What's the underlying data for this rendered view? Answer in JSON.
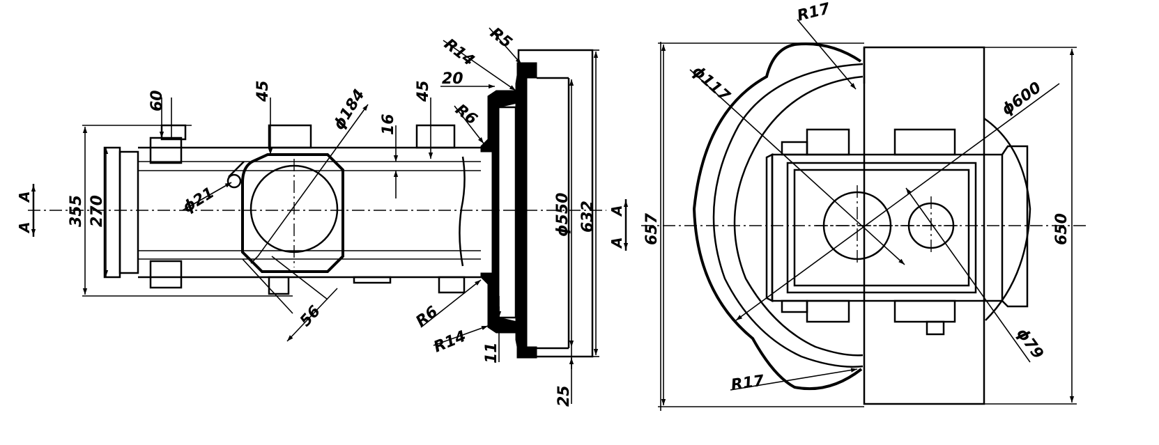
{
  "drawing": {
    "left_view": {
      "dimensions": {
        "d60": "60",
        "d45a": "45",
        "d45b": "45",
        "d20": "20",
        "r14_top": "R14",
        "r5": "R5",
        "r6_top": "R6",
        "phi184": "ϕ184",
        "d16": "16",
        "phi21": "ϕ21",
        "d355": "355",
        "d270": "270",
        "d56": "56",
        "r6_bottom": "R6",
        "r14_bottom": "R14",
        "d11": "11",
        "phi550": "ϕ550",
        "d632": "632",
        "d25": "25"
      }
    },
    "right_view": {
      "dimensions": {
        "r17_top": "R17",
        "phi117": "ϕ117",
        "phi600": "ϕ600",
        "d657": "657",
        "d650": "650",
        "phi79": "ϕ79",
        "r17_bottom": "R17"
      }
    },
    "section_marks": {
      "mark": "A"
    }
  }
}
